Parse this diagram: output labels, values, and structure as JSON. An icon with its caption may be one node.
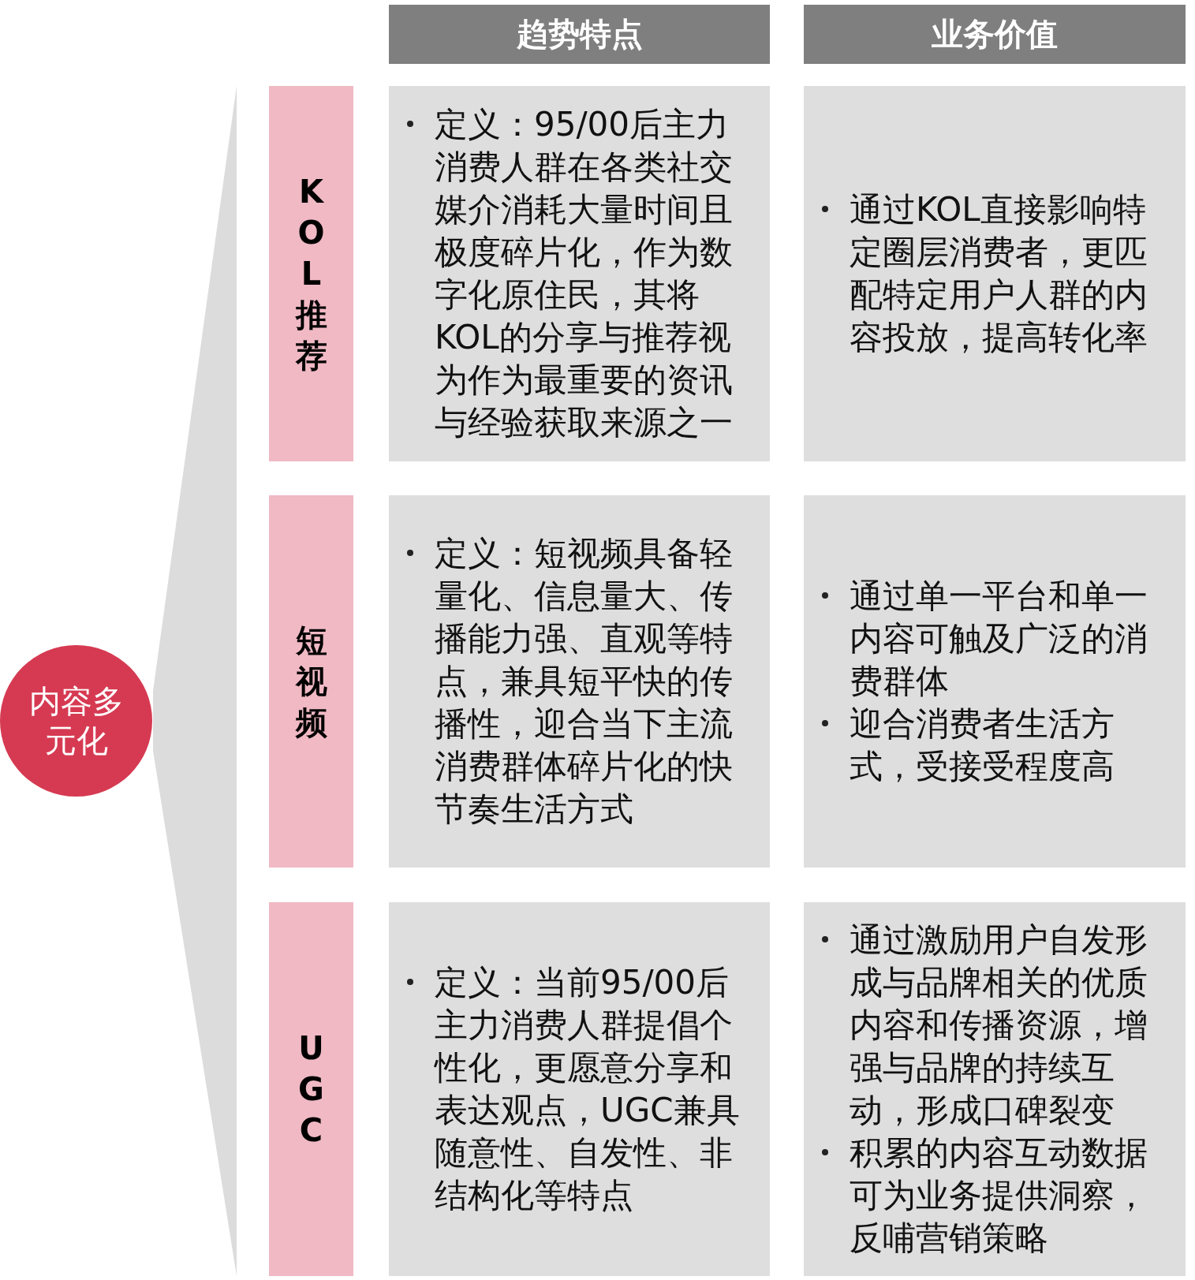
{
  "diagram": {
    "nodes": [
      {
        "text": [
          "内容多元化"
        ]
      },
      {
        "text": [
          "趋势特点"
        ]
      },
      {
        "text": [
          "业务价值"
        ]
      },
      {
        "text": [
          "KOL推荐"
        ]
      },
      {
        "text": [
          "定义：95/00后主力消费人群在各类社交媒介消耗大量时间且极度碎片化，作为数字化原住民，其将KOL的分享与推荐视为作为最重要的资讯与经验获取来源之一"
        ]
      },
      {
        "text": [
          "通过KOL直接影响特定圈层消费者，更匹配特定用户人群的内容投放，提高转化率"
        ]
      },
      {
        "text": [
          "短视频"
        ]
      },
      {
        "text": [
          "定义：短视频具备轻量化、信息量大、传播能力强、直观等特点，兼具短平快的传播性，迎合当下主流消费群体碎片化的快节奏生活方式"
        ]
      },
      {
        "text": [
          "通过单一平台和单一内容可触及广泛的消费群体",
          "迎合消费者生活方式，受接受程度高"
        ]
      },
      {
        "text": [
          "UGC"
        ]
      },
      {
        "text": [
          "定义：当前95/00后主力消费人群提倡个性化，更愿意分享和表达观点，UGC兼具随意性、自发性、非结构化等特点"
        ]
      },
      {
        "text": [
          "通过激励用户自发形成与品牌相关的优质内容和传播资源，增强与品牌的持续互动，形成口碑裂变",
          "积累的内容互动数据可为业务提供洞察，反哺营销策略"
        ]
      },
      {
        "text": [],
        "shape": "triangle"
      }
    ],
    "edges": []
  }
}
